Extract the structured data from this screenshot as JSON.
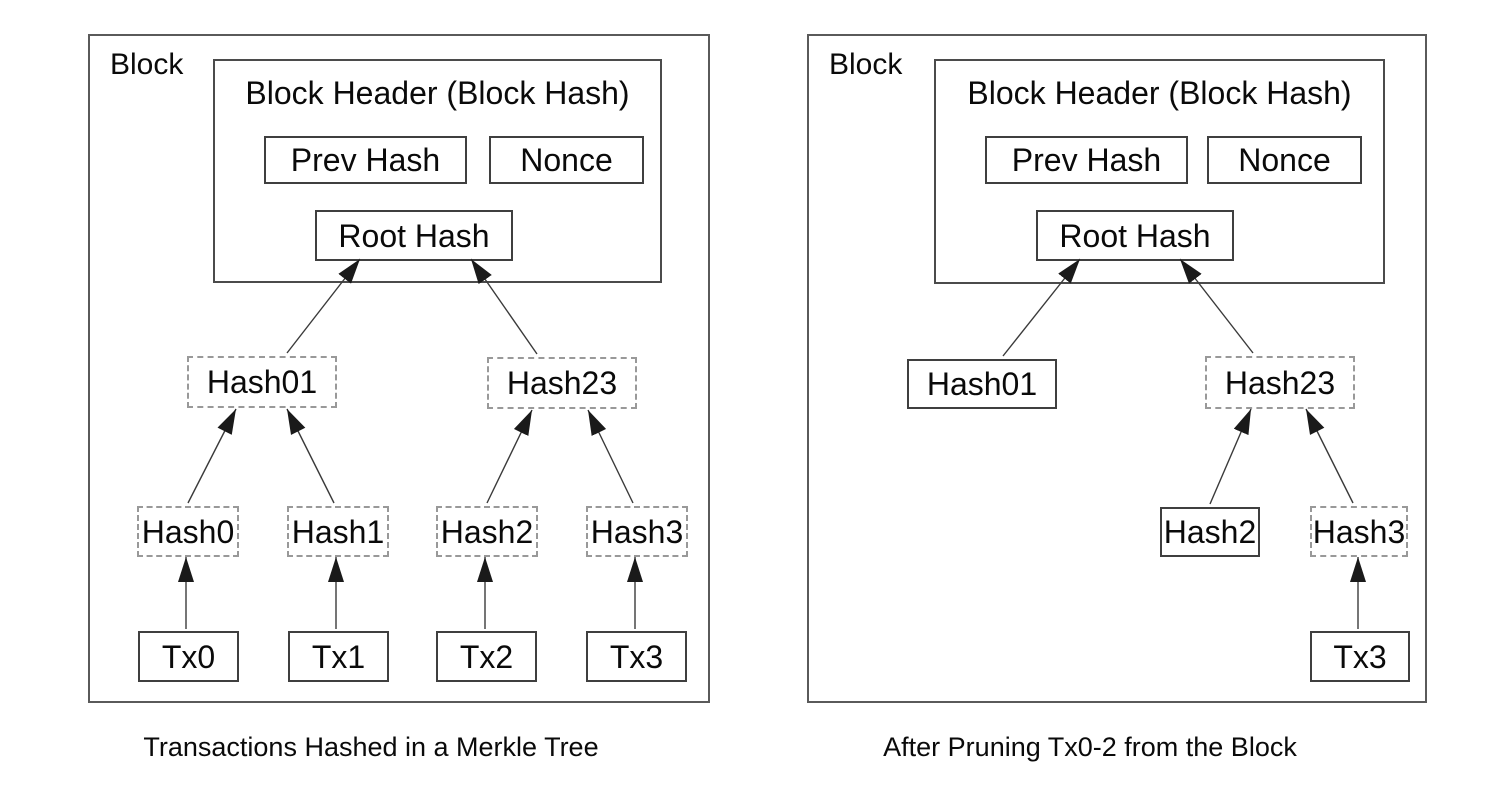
{
  "panels": {
    "left": {
      "block_label": "Block",
      "header": {
        "title": "Block Header (Block Hash)",
        "prev_hash": "Prev Hash",
        "nonce": "Nonce",
        "root_hash": "Root Hash"
      },
      "tree": {
        "hash01": "Hash01",
        "hash23": "Hash23",
        "hash0": "Hash0",
        "hash1": "Hash1",
        "hash2": "Hash2",
        "hash3": "Hash3",
        "tx0": "Tx0",
        "tx1": "Tx1",
        "tx2": "Tx2",
        "tx3": "Tx3"
      },
      "caption": "Transactions Hashed in a Merkle Tree"
    },
    "right": {
      "block_label": "Block",
      "header": {
        "title": "Block Header (Block Hash)",
        "prev_hash": "Prev Hash",
        "nonce": "Nonce",
        "root_hash": "Root Hash"
      },
      "tree": {
        "hash01": "Hash01",
        "hash23": "Hash23",
        "hash2": "Hash2",
        "hash3": "Hash3",
        "tx3": "Tx3"
      },
      "caption": "After Pruning Tx0-2 from the Block"
    }
  },
  "colors": {
    "background": "#ffffff",
    "solid_border": "#3f3f3f",
    "outer_border": "#5a5a5a",
    "dashed_border": "#999999",
    "arrow": "#1a1a1a",
    "text": "#0a0a0a"
  }
}
